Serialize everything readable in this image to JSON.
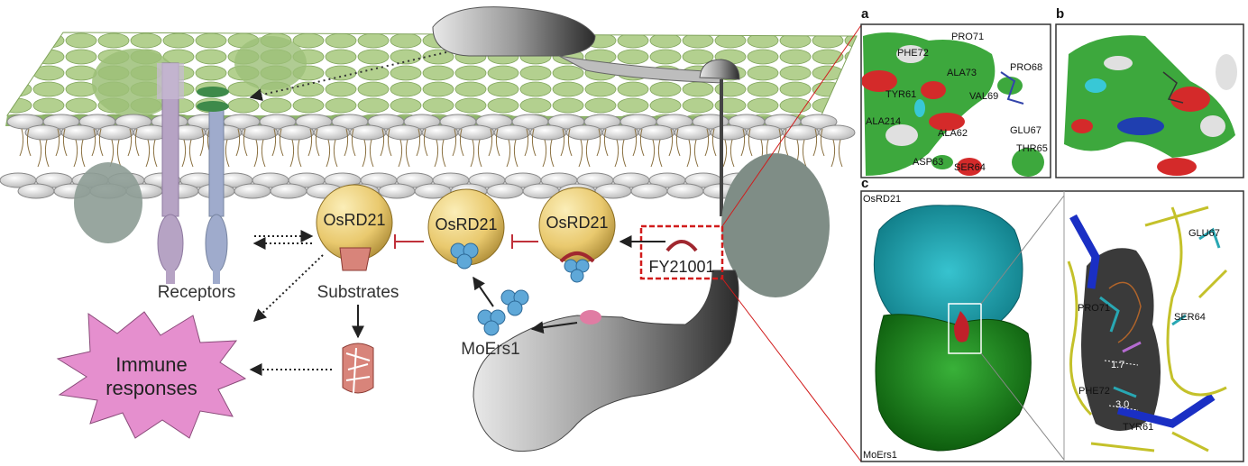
{
  "colors": {
    "wall": "#a4c57f",
    "lipid": "#e6e6e6",
    "osrd21": "#e9c96e",
    "moers1": "#5fa8d8",
    "immune": "#e58fce",
    "inhibit": "#c0303a",
    "fy_box": "#d11b1b",
    "cyan_protein": "#1aa7b5",
    "green_protein": "#1e8a1e"
  },
  "schematic": {
    "receptors_label": "Receptors",
    "substrates_label": "Substrates",
    "immune_label_line1": "Immune",
    "immune_label_line2": "responses",
    "osrd21_label": "OsRD21",
    "moers1_label": "MoErs1",
    "fy_label": "FY21001"
  },
  "panels": {
    "a": {
      "letter": "a",
      "residues": [
        "PRO71",
        "PHE72",
        "ALA73",
        "PRO68",
        "TYR61",
        "VAL69",
        "ALA214",
        "GLU67",
        "ALA62",
        "THR65",
        "ASP63",
        "SER64"
      ]
    },
    "b": {
      "letter": "b"
    },
    "c": {
      "letter": "c",
      "top_label": "OsRD21",
      "bottom_label": "MoErs1",
      "residues": [
        "GLU67",
        "PRO71",
        "SER64",
        "PHE72",
        "TYR61"
      ],
      "distances": [
        "1.7",
        "3.0"
      ]
    }
  }
}
